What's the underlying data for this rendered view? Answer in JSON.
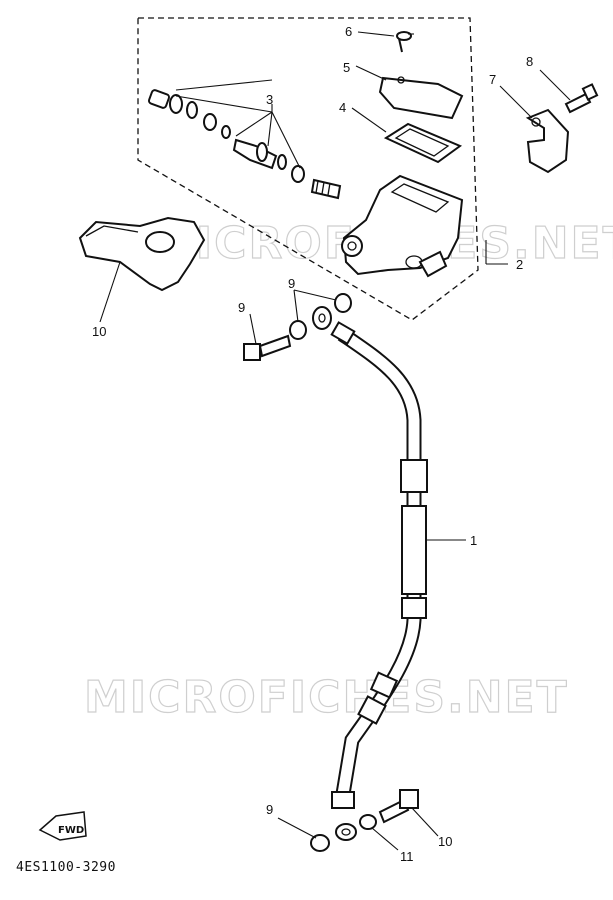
{
  "diagram": {
    "part_code": "4ES1100-3290",
    "fwd_arrow_text": "FWD",
    "watermarks": [
      "MICROFICHES.NET",
      "MICROFICHES.NET"
    ],
    "callouts": [
      {
        "id": "c1",
        "label": "1"
      },
      {
        "id": "c2",
        "label": "2"
      },
      {
        "id": "c3",
        "label": "3"
      },
      {
        "id": "c4",
        "label": "4"
      },
      {
        "id": "c5",
        "label": "5"
      },
      {
        "id": "c6",
        "label": "6"
      },
      {
        "id": "c7",
        "label": "7"
      },
      {
        "id": "c8",
        "label": "8"
      },
      {
        "id": "c9a",
        "label": "9"
      },
      {
        "id": "c9b",
        "label": "9"
      },
      {
        "id": "c9c",
        "label": "9"
      },
      {
        "id": "c10a",
        "label": "10"
      },
      {
        "id": "c10b",
        "label": "10"
      },
      {
        "id": "c11",
        "label": "11"
      }
    ]
  }
}
